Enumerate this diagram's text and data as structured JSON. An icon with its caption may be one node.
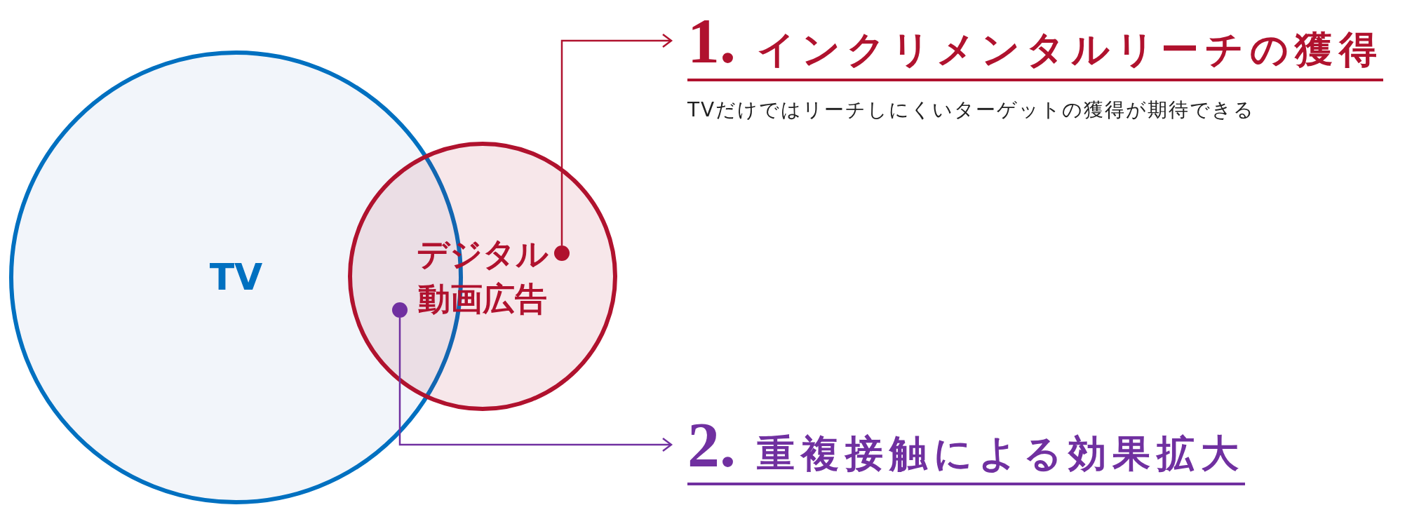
{
  "diagram": {
    "nodes": [
      {
        "text": [
          "TV"
        ]
      },
      {
        "text": [
          "デジタル動画広告"
        ]
      },
      {
        "text": [],
        "shape": "circle",
        "in": 1
      },
      {
        "text": [],
        "shape": "circle"
      },
      {
        "text": [
          "1.",
          "インクリメンタルリーチの獲得",
          "TVだけではリーチしにくいターゲットの獲得が期待できる"
        ]
      },
      {
        "text": [
          "2.",
          "重複接触による効果拡大"
        ]
      }
    ],
    "edges": [
      {
        "from": 2,
        "to": 4,
        "arrow": "to",
        "color": "#b0122e"
      },
      {
        "from": 3,
        "to": 5,
        "arrow": "to",
        "color": "#7030a0"
      }
    ]
  }
}
